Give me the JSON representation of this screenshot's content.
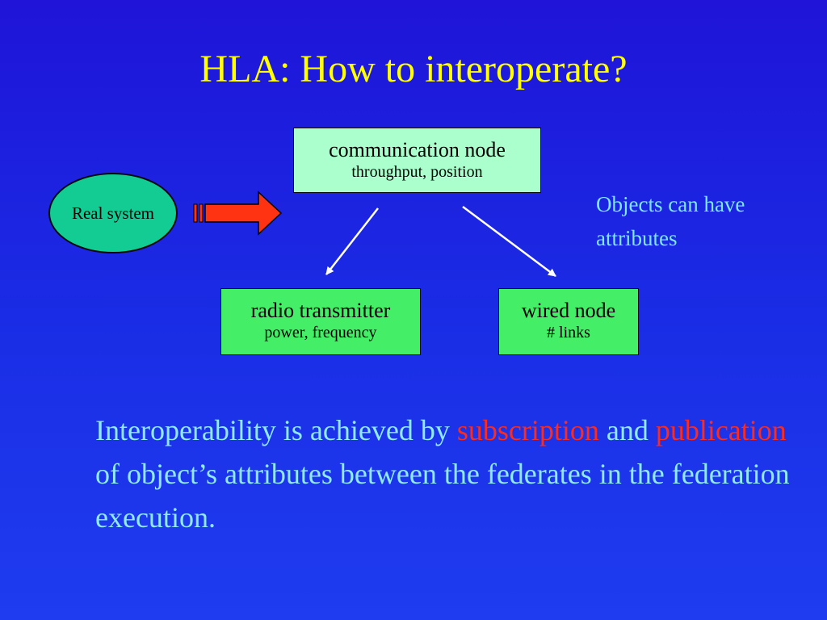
{
  "title": "HLA: How to interoperate?",
  "real_system": {
    "label": "Real system"
  },
  "nodes": {
    "communication": {
      "name": "communication node",
      "attributes": "throughput, position"
    },
    "radio": {
      "name": "radio transmitter",
      "attributes": "power, frequency"
    },
    "wired": {
      "name": "wired node",
      "attributes": "# links"
    }
  },
  "side_note": "Objects can have attributes",
  "main_text": {
    "part1": "Interoperability is achieved by ",
    "highlight1": "subscription",
    "part2": " and ",
    "highlight2": "publication",
    "part3": " of object’s attributes between the federates in the federation execution."
  },
  "colors": {
    "background": "#1f2ee6",
    "title": "#ffff00",
    "text": "#8feaff",
    "highlight": "#ff2a1a",
    "comm_node_fill": "#aaffcc",
    "child_node_fill": "#44ee66",
    "real_system_fill": "#13cc94",
    "arrow_fill": "#ff3311"
  }
}
